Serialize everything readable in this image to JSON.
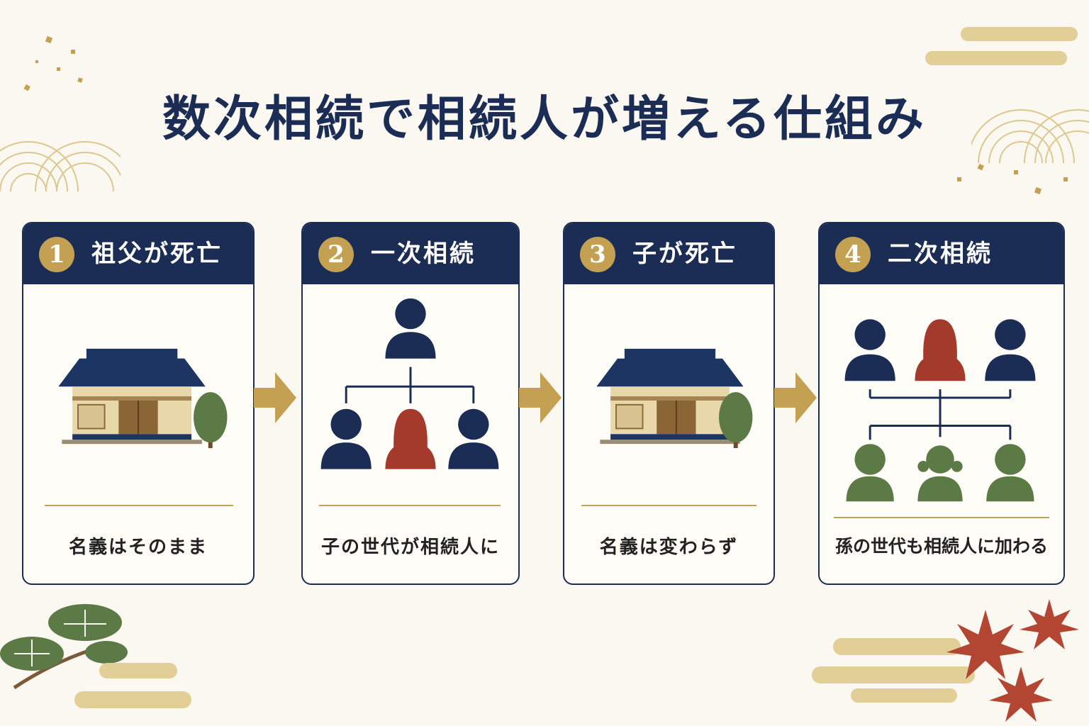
{
  "title": "数次相続で相続人が増える仕組み",
  "colors": {
    "navy": "#1b2d54",
    "gold": "#c4a152",
    "red": "#a43a2b",
    "green": "#5c7a45",
    "cream": "#fbf8f1"
  },
  "steps": [
    {
      "number": "1",
      "label": "祖父が死亡",
      "caption": "名義はそのまま",
      "illustration": "house-icon"
    },
    {
      "number": "2",
      "label": "一次相続",
      "caption": "子の世代が相続人に",
      "illustration": "family-tree-icon"
    },
    {
      "number": "3",
      "label": "子が死亡",
      "caption": "名義は変わらず",
      "illustration": "house-icon"
    },
    {
      "number": "4",
      "label": "二次相続",
      "caption": "孫の世代も相続人に加わる",
      "illustration": "family-tree-icon"
    }
  ]
}
